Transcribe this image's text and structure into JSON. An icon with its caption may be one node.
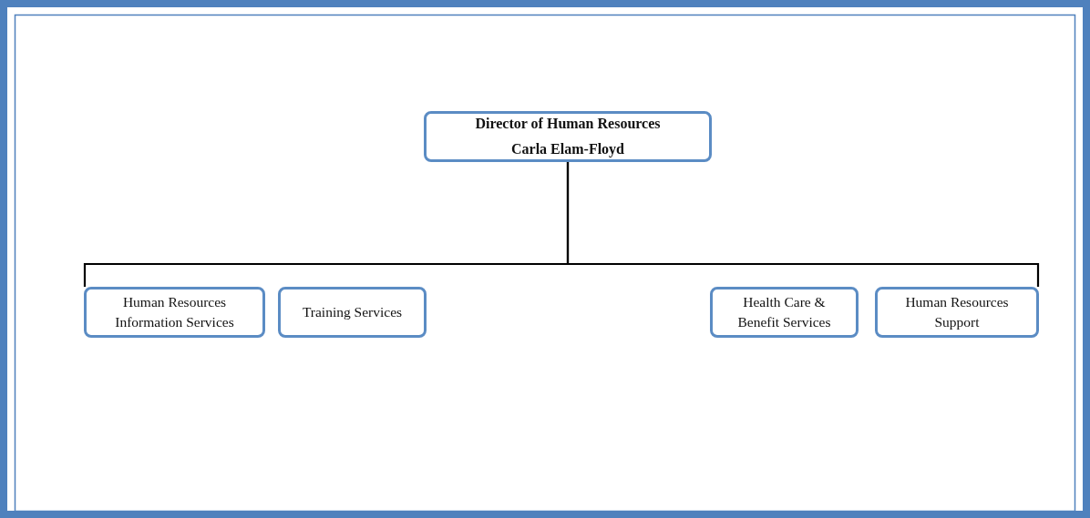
{
  "diagram": {
    "nodes": [
      {
        "text": [
          "Director of Human Resources",
          "Carla Elam-Floyd"
        ]
      },
      {
        "text": [
          "Human Resources Information Services"
        ]
      },
      {
        "text": [
          "Training Services"
        ]
      },
      {
        "text": [
          "Health Care & Benefit Services"
        ]
      },
      {
        "text": [
          "Human Resources Support"
        ]
      }
    ],
    "edges": [
      {
        "from": 0,
        "to": 1,
        "arrow": "none"
      },
      {
        "from": 0,
        "to": 4,
        "arrow": "none"
      }
    ]
  }
}
